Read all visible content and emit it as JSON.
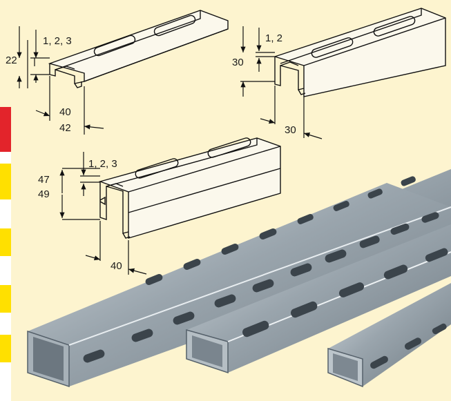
{
  "profile_small": {
    "thickness": "1, 2, 3",
    "height": "22",
    "width_inner": "40",
    "width_outer": "42"
  },
  "profile_square": {
    "thickness": "1, 2",
    "height": "30",
    "width": "30"
  },
  "profile_tall": {
    "thickness": "1, 2, 3",
    "height_low": "47",
    "height_high": "49",
    "width": "40"
  },
  "side_strip": {
    "colors": [
      "#e3242b",
      "#ffffff",
      "#ffe000",
      "#ffffff",
      "#ffe000",
      "#ffffff",
      "#ffe000",
      "#ffffff",
      "#ffe000",
      "#ffffff"
    ]
  }
}
